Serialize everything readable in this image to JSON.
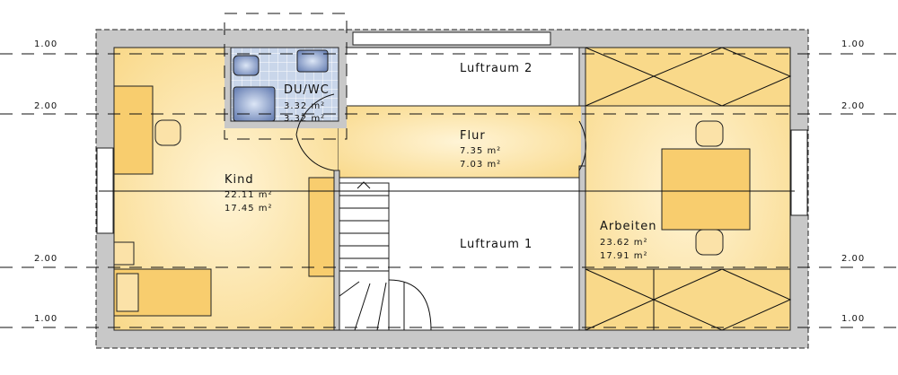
{
  "dimensions": {
    "left": [
      "1.00",
      "2.00",
      "2.00",
      "1.00"
    ],
    "right": [
      "1.00",
      "2.00",
      "2.00",
      "1.00"
    ]
  },
  "rooms": {
    "kind": {
      "name": "Kind",
      "area1": "22.11 m²",
      "area2": "17.45 m²"
    },
    "bath": {
      "name": "DU/WC",
      "area1": "3.32 m²",
      "area2": "3.32 m²"
    },
    "flur": {
      "name": "Flur",
      "area1": "7.35 m²",
      "area2": "7.03 m²"
    },
    "arbeiten": {
      "name": "Arbeiten",
      "area1": "23.62 m²",
      "area2": "17.91 m²"
    },
    "luftraum2": {
      "name": "Luftraum 2"
    },
    "luftraum1": {
      "name": "Luftraum 1"
    }
  },
  "colors": {
    "wall": "#c8c8c8",
    "floor": "#fbe0a0",
    "tile": "#c9d6ea",
    "fixture": "#7f95c2"
  }
}
